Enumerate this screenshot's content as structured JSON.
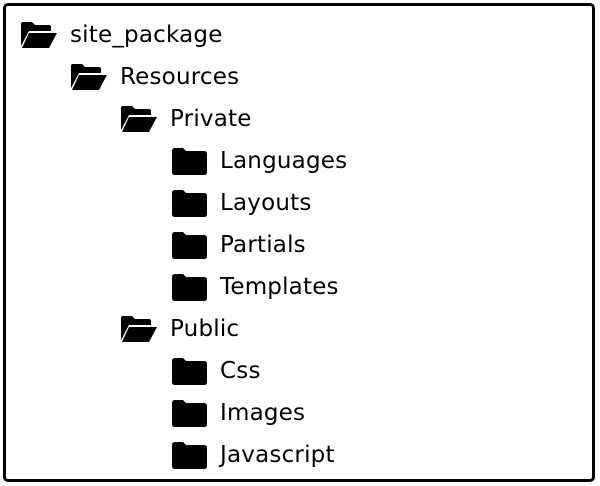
{
  "tree": {
    "items": [
      {
        "label": "site_package",
        "icon": "folder-open-icon"
      },
      {
        "label": "Resources",
        "icon": "folder-open-icon"
      },
      {
        "label": "Private",
        "icon": "folder-open-icon"
      },
      {
        "label": "Languages",
        "icon": "folder-closed-icon"
      },
      {
        "label": "Layouts",
        "icon": "folder-closed-icon"
      },
      {
        "label": "Partials",
        "icon": "folder-closed-icon"
      },
      {
        "label": "Templates",
        "icon": "folder-closed-icon"
      },
      {
        "label": "Public",
        "icon": "folder-open-icon"
      },
      {
        "label": "Css",
        "icon": "folder-closed-icon"
      },
      {
        "label": "Images",
        "icon": "folder-closed-icon"
      },
      {
        "label": "Javascript",
        "icon": "folder-closed-icon"
      }
    ]
  },
  "colors": {
    "ink": "#000000",
    "background": "#ffffff"
  }
}
